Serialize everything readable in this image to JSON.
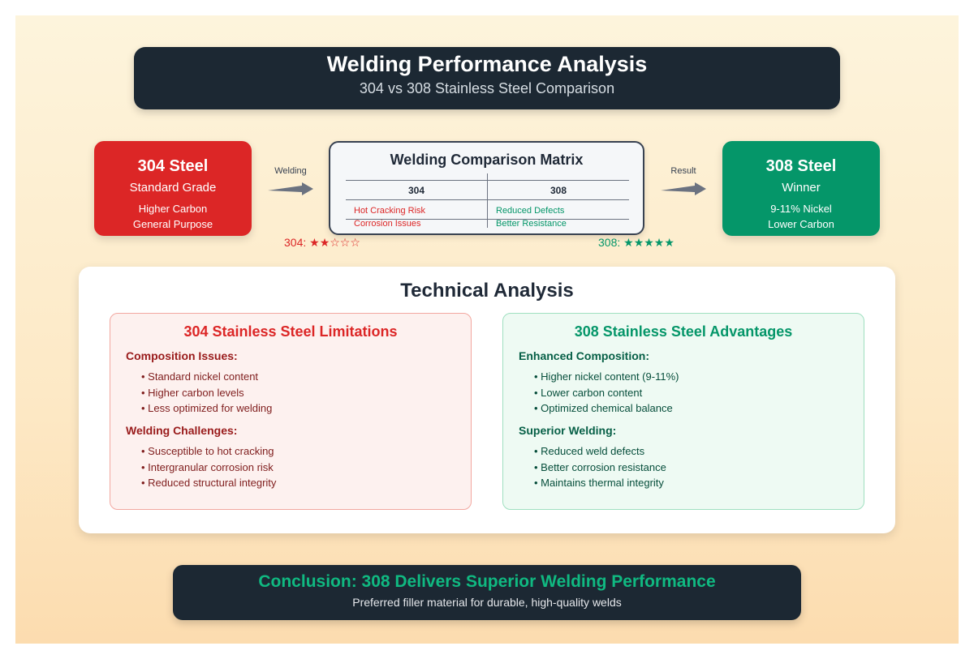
{
  "header": {
    "title": "Welding Performance Analysis",
    "subtitle": "304 vs 308 Stainless Steel Comparison"
  },
  "steel_304": {
    "name": "304 Steel",
    "grade": "Standard Grade",
    "line1": "Higher Carbon",
    "line2": "General Purpose",
    "color": "#dc2626"
  },
  "steel_308": {
    "name": "308 Steel",
    "grade": "Winner",
    "line1": "9-11% Nickel",
    "line2": "Lower Carbon",
    "color": "#059669"
  },
  "arrows": {
    "left_label": "Welding",
    "right_label": "Result"
  },
  "matrix": {
    "title": "Welding Comparison Matrix",
    "col_304": "304",
    "col_308": "308",
    "rows": [
      {
        "c304": "Hot Cracking Risk",
        "c308": "Reduced Defects"
      },
      {
        "c304": "Corrosion Issues",
        "c308": "Better Resistance"
      }
    ]
  },
  "ratings": {
    "r304": "304: ★★☆☆☆",
    "r308": "308: ★★★★★"
  },
  "analysis": {
    "title": "Technical Analysis",
    "panel_304": {
      "title": "304 Stainless Steel Limitations",
      "sec1": "Composition Issues:",
      "items1": [
        "Standard nickel content",
        "Higher carbon levels",
        "Less optimized for welding"
      ],
      "sec2": "Welding Challenges:",
      "items2": [
        "Susceptible to hot cracking",
        "Intergranular corrosion risk",
        "Reduced structural integrity"
      ]
    },
    "panel_308": {
      "title": "308 Stainless Steel Advantages",
      "sec1": "Enhanced Composition:",
      "items1": [
        "Higher nickel content (9-11%)",
        "Lower carbon content",
        "Optimized chemical balance"
      ],
      "sec2": "Superior Welding:",
      "items2": [
        "Reduced weld defects",
        "Better corrosion resistance",
        "Maintains thermal integrity"
      ]
    }
  },
  "conclusion": {
    "title": "Conclusion: 308 Delivers Superior Welding Performance",
    "subtitle": "Preferred filler material for durable, high-quality welds"
  }
}
